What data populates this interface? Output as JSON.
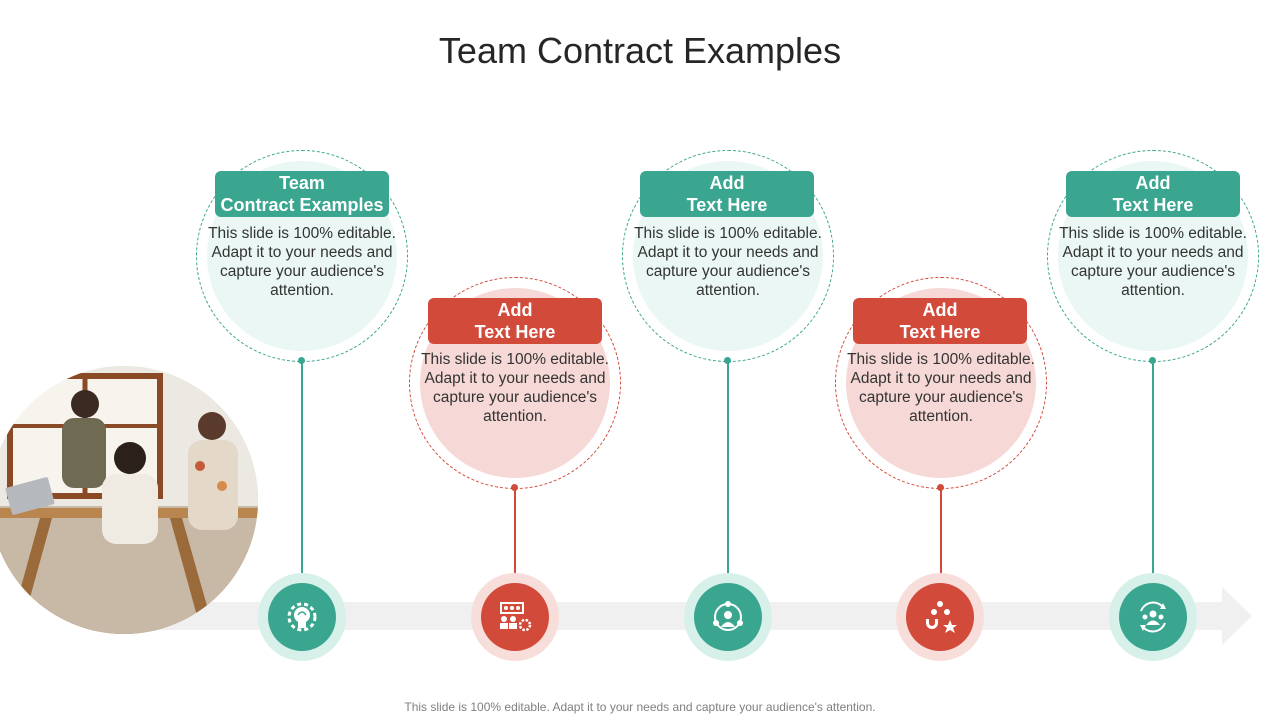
{
  "slide": {
    "title": "Team Contract Examples",
    "footer": "This slide is 100% editable. Adapt it to your needs and capture your audience's attention."
  },
  "colors": {
    "teal": "#3aa68f",
    "red": "#d24a3a",
    "teal_light": "#eaf7f4",
    "red_light": "#f6d9d6",
    "arrow_gray": "#f0f0f0"
  },
  "photo": {
    "icon": "team-meeting-photo"
  },
  "steps": [
    {
      "label_line1": "Team",
      "label_line2": "Contract Examples",
      "description": "This slide is 100% editable. Adapt it to your needs and capture your audience's attention.",
      "color": "teal",
      "icon": "brain-gear-icon"
    },
    {
      "label_line1": "Add",
      "label_line2": "Text Here",
      "description": "This slide is 100% editable. Adapt it to your needs and capture your audience's attention.",
      "color": "red",
      "icon": "team-presentation-gear-icon"
    },
    {
      "label_line1": "Add",
      "label_line2": "Text Here",
      "description": "This slide is 100% editable. Adapt it to your needs and capture your audience's attention.",
      "color": "teal",
      "icon": "team-network-icon"
    },
    {
      "label_line1": "Add",
      "label_line2": "Text Here",
      "description": "This slide is 100% editable. Adapt it to your needs and capture your audience's attention.",
      "color": "red",
      "icon": "magnet-people-star-icon"
    },
    {
      "label_line1": "Add",
      "label_line2": "Text Here",
      "description": "This slide is 100% editable. Adapt it to your needs and capture your audience's attention.",
      "color": "teal",
      "icon": "team-cycle-icon"
    }
  ]
}
